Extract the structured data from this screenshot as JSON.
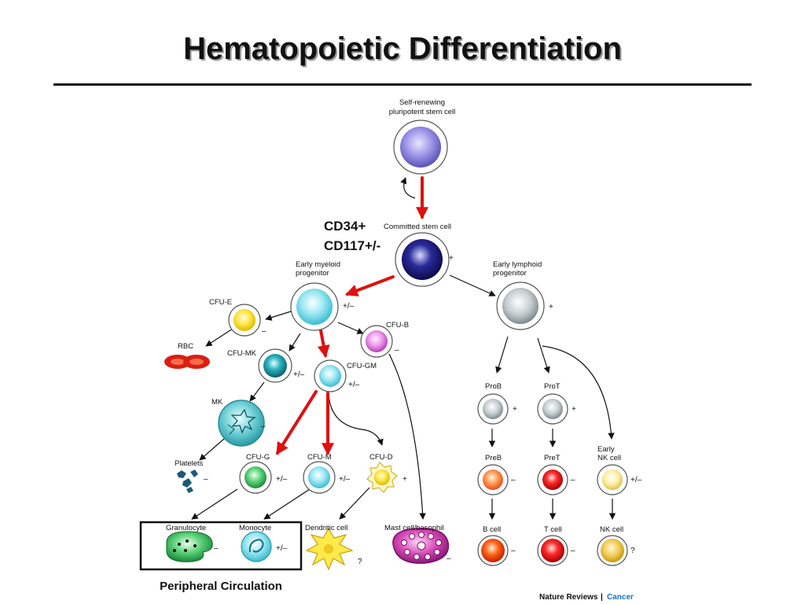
{
  "title": "Hematopoietic Differentiation",
  "markers": {
    "line1": "CD34+",
    "line2": "CD117+/-"
  },
  "cells": {
    "stem_line1": "Self-renewing",
    "stem_line2": "pluripotent stem cell",
    "committed": "Committed stem cell",
    "myeloid_line1": "Early myeloid",
    "myeloid_line2": "progenitor",
    "lymphoid_line1": "Early lymphoid",
    "lymphoid_line2": "progenitor",
    "cfu_e": "CFU-E",
    "rbc": "RBC",
    "cfu_mk": "CFU-MK",
    "cfu_b": "CFU-B",
    "cfu_gm": "CFU-GM",
    "mk": "MK",
    "platelets": "Platelets",
    "cfu_g": "CFU-G",
    "cfu_m": "CFU-M",
    "cfu_d": "CFU-D",
    "granulocyte": "Granulocyte",
    "monocyte": "Monocyte",
    "dendritic": "Dendritic cell",
    "mast": "Mast cell/basophil",
    "prob": "ProB",
    "prot": "ProT",
    "early_nk_line1": "Early",
    "early_nk_line2": "NK cell",
    "preb": "PreB",
    "pret": "PreT",
    "b_cell": "B cell",
    "t_cell": "T cell",
    "nk_cell": "NK cell"
  },
  "signs": {
    "committed": "+",
    "myeloid": "+/–",
    "lymphoid": "+",
    "cfu_e": "–",
    "cfu_b": "–",
    "cfu_mk": "+/–",
    "cfu_gm": "+/–",
    "mk": "–",
    "platelets": "–",
    "cfu_g": "+/–",
    "cfu_m": "+/–",
    "cfu_d": "+",
    "granulocyte": "–",
    "monocyte": "+/–",
    "dendritic": "?",
    "mast": "–",
    "prob": "+",
    "prot": "+",
    "preb": "–",
    "pret": "–",
    "early_nk": "+/–",
    "b_cell": "–",
    "t_cell": "–",
    "nk_cell": "?"
  },
  "box_label": "Peripheral Circulation",
  "credit": {
    "journal": "Nature Reviews",
    "separator": "|",
    "section": "Cancer"
  },
  "colors": {
    "highlight_arrow": "#e01010",
    "box": "#111111"
  }
}
